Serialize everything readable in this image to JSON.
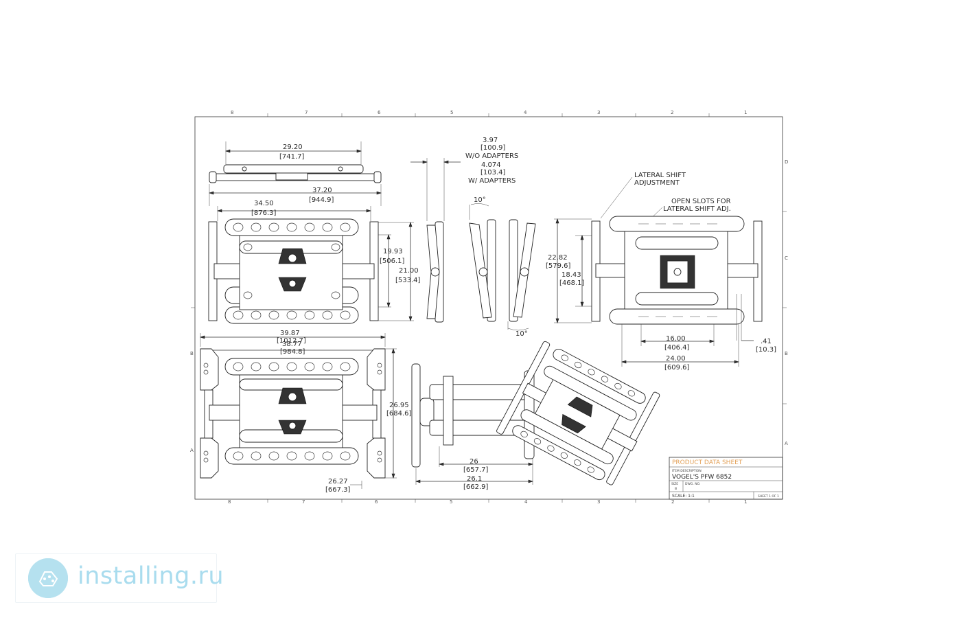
{
  "drawing": {
    "zones_top": [
      "8",
      "7",
      "6",
      "5",
      "4",
      "3",
      "2",
      "1"
    ],
    "zones_bottom": [
      "8",
      "7",
      "6",
      "5",
      "4",
      "3",
      "2",
      "1"
    ],
    "zones_left": [
      "B",
      "A"
    ],
    "zones_right": [
      "D",
      "C",
      "B",
      "A"
    ],
    "top_view": {
      "dim_29_20": "29.20",
      "dim_29_20_mm": "[741.7]",
      "dim_37_20": "37.20",
      "dim_37_20_mm": "[944.9]"
    },
    "front_view": {
      "dim_34_50": "34.50",
      "dim_34_50_mm": "[876.3]",
      "dim_19_93": "19.93",
      "dim_19_93_mm": "[506.1]",
      "dim_21_00": "21.00",
      "dim_21_00_mm": "[533.4]"
    },
    "side_views": {
      "dim_3_97": "3.97",
      "dim_3_97_mm": "[100.9]",
      "without_adapters": "W/O ADAPTERS",
      "dim_4_074": "4.074",
      "dim_4_074_mm": "[103.4]",
      "with_adapters": "W/ ADAPTERS",
      "tilt_up": "10°",
      "tilt_down": "10°"
    },
    "rear_view": {
      "lateral_shift": "LATERAL SHIFT",
      "adjustment": "ADJUSTMENT",
      "open_slots": "OPEN SLOTS FOR",
      "lateral_shift_adj": "LATERAL SHIFT ADJ.",
      "dim_22_82": "22.82",
      "dim_22_82_mm": "[579.6]",
      "dim_18_43": "18.43",
      "dim_18_43_mm": "[468.1]",
      "dim_16_00": "16.00",
      "dim_16_00_mm": "[406.4]",
      "dim_24_00": "24.00",
      "dim_24_00_mm": "[609.6]",
      "dim_41": ".41",
      "dim_41_mm": "[10.3]"
    },
    "front_view_2": {
      "dim_39_87": "39.87",
      "dim_39_87_mm": "[1012.7]",
      "dim_38_77": "38.77",
      "dim_38_77_mm": "[984.8]",
      "dim_26_95": "26.95",
      "dim_26_95_mm": "[684.6]",
      "dim_26_27": "26.27",
      "dim_26_27_mm": "[667.3]"
    },
    "extension_view": {
      "dim_26": "26",
      "dim_26_mm": "[657.7]",
      "dim_26_1": "26.1",
      "dim_26_1_mm": "[662.9]"
    },
    "title_block": {
      "title": "PRODUCT DATA SHEET",
      "item_description_label": "ITEM DESCRIPTION",
      "description": "VOGEL'S PFW 6852",
      "size_label": "SIZE",
      "size_value": "B",
      "dwg_no_label": "DWG. NO.",
      "scale": "SCALE: 1:1",
      "sheet": "SHEET 1 OF 1"
    }
  },
  "watermark": {
    "text": "installing.ru"
  },
  "colors": {
    "line": "#333333",
    "title_accent": "#e3a25a",
    "watermark": "#a9dcee"
  }
}
